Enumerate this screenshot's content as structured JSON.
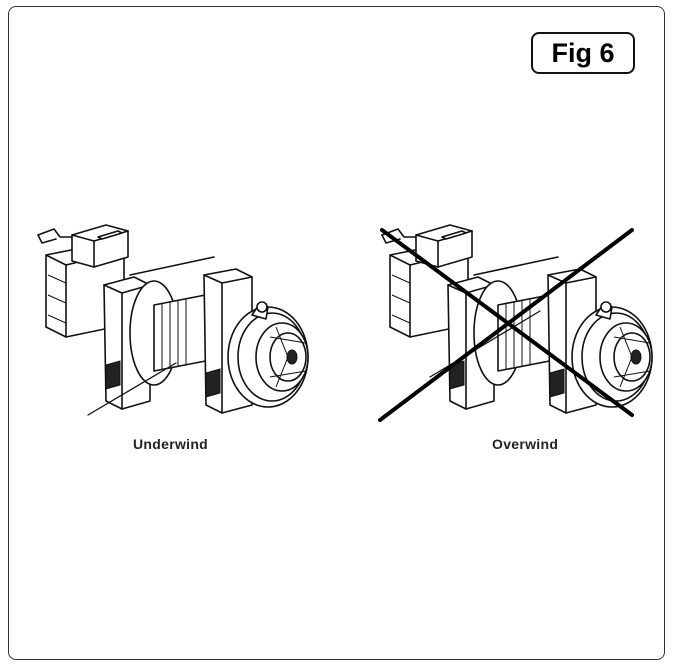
{
  "figure": {
    "label": "Fig 6"
  },
  "panels": [
    {
      "caption": "Underwind",
      "rope_mode": "underwind",
      "crossed_out": false
    },
    {
      "caption": "Overwind",
      "rope_mode": "overwind",
      "crossed_out": true
    }
  ],
  "colors": {
    "line": "#111111",
    "background": "#ffffff"
  }
}
